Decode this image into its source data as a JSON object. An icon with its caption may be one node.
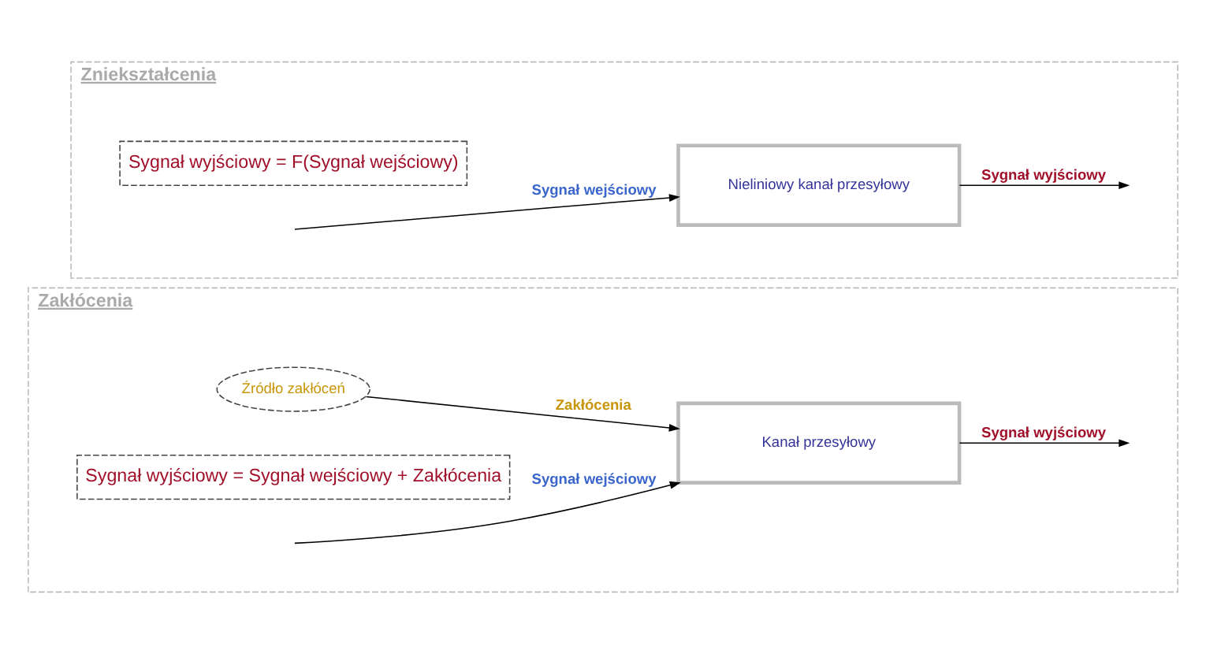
{
  "diagram": {
    "nodes": [
      {
        "text": [
          "Zakłócenia"
        ]
      },
      {
        "text": [
          "Źródło zakłóceń"
        ],
        "in": 0
      },
      {
        "text": [
          "Sygnał wyjściowy = Sygnał wejściowy + Zakłócenia"
        ],
        "in": 0
      },
      {
        "text": [
          "Kanał przesyłowy"
        ],
        "in": 0
      },
      {
        "text": [
          "Zniekształcenia"
        ]
      },
      {
        "text": [
          "Sygnał wyjściowy = F(Sygnał wejściowy)"
        ],
        "in": 4
      },
      {
        "text": [
          "Nieliniowy kanał przesyłowy"
        ],
        "in": 4
      }
    ],
    "edges": [
      {
        "from": 1,
        "to": 3,
        "label": "Zakłócenia",
        "arrow": "to"
      },
      {
        "from": null,
        "to": 3,
        "label": "Sygnał wejściowy",
        "arrow": "to"
      },
      {
        "from": 3,
        "to": null,
        "label": "Sygnał wyjściowy",
        "arrow": "to"
      },
      {
        "from": null,
        "to": 6,
        "label": "Sygnał wejściowy",
        "arrow": "to"
      },
      {
        "from": 6,
        "to": null,
        "label": "Sygnał wyjściowy",
        "arrow": "to"
      }
    ]
  }
}
